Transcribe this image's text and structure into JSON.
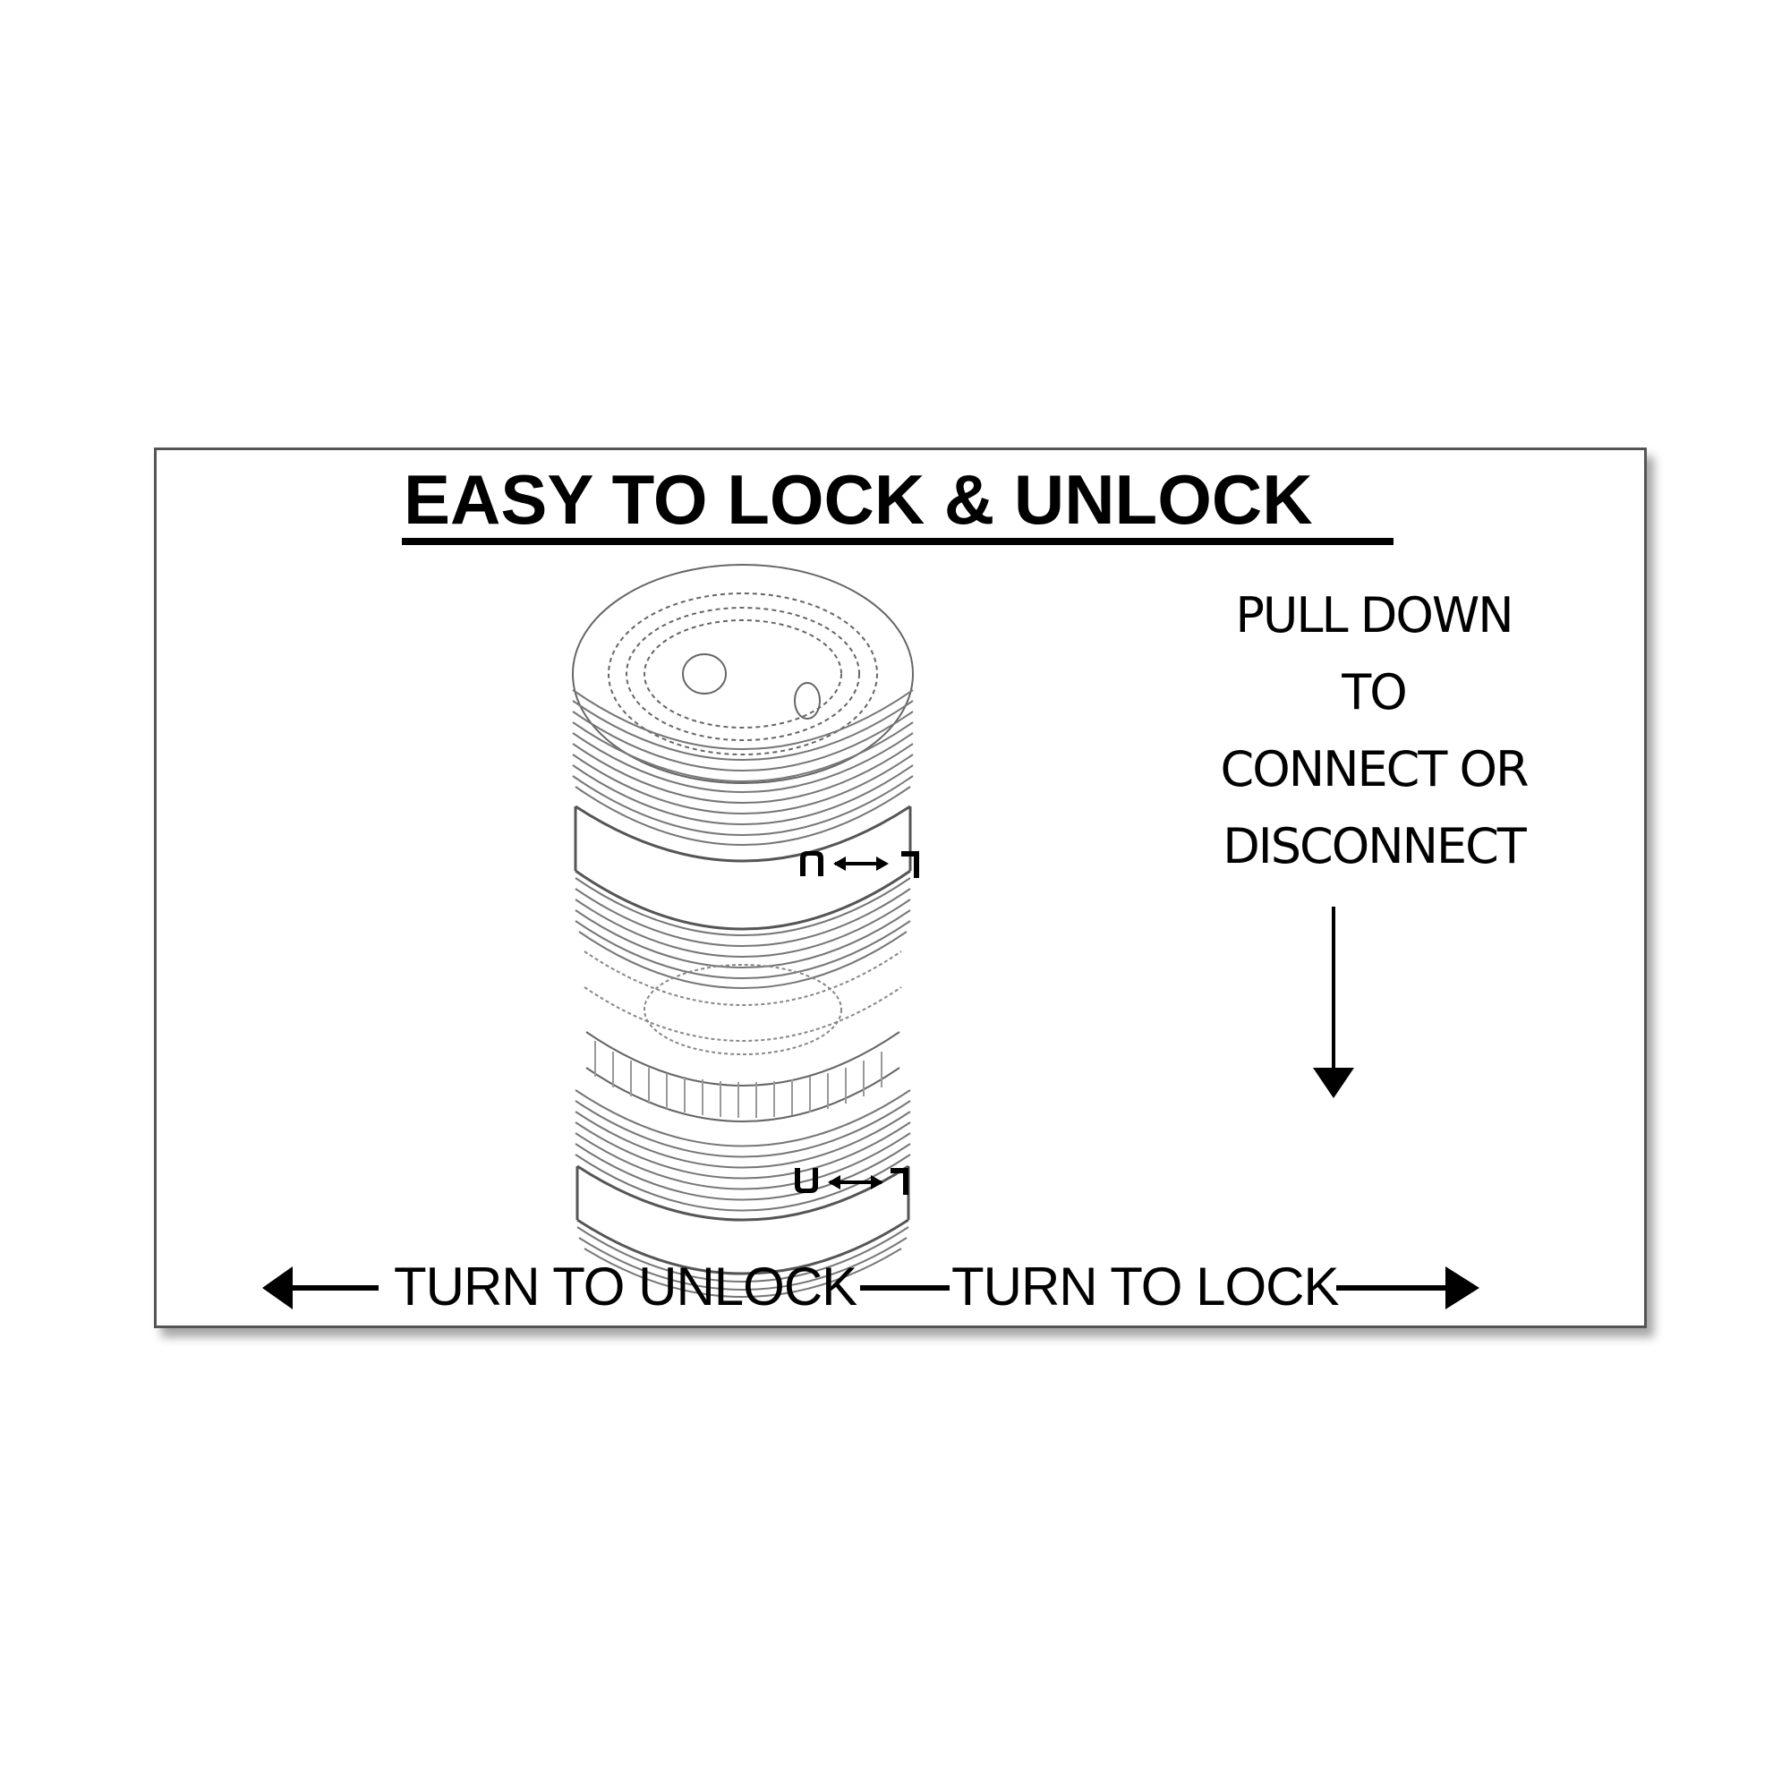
{
  "title": "EASY TO LOCK & UNLOCK",
  "instruction": {
    "lines": [
      "PULL DOWN",
      "TO",
      "CONNECT OR",
      "DISCONNECT"
    ]
  },
  "bottom": {
    "unlock_label": "TURN TO UNLOCK",
    "lock_label": "TURN TO LOCK"
  },
  "coupler": {
    "upper_band_label": "U↔L",
    "lower_band_label": "U↔L"
  },
  "colors": {
    "ink": "#000000",
    "line_gray": "#666666",
    "panel_border": "#555555"
  }
}
